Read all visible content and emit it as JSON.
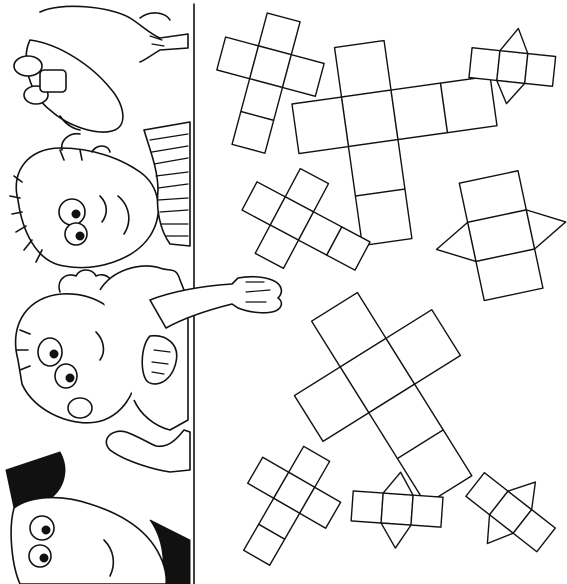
{
  "illustration": {
    "left_panel": [
      "cartoon-figure",
      "cartoon-boy-striped-shirt",
      "cartoon-boy-pointing",
      "cartoon-boy-dark-hair"
    ],
    "right_panel": [
      "cross-net-small-top",
      "cross-net-large",
      "triangle-square-net-top-right",
      "cross-net-small-middle",
      "triangle-prism-net-right",
      "cross-net-large-lower",
      "cross-net-small-bottom",
      "triangle-square-net-bottom-middle",
      "triangle-square-net-bottom-right"
    ],
    "colors": {
      "ink": "#111111",
      "paper": "#ffffff"
    }
  }
}
